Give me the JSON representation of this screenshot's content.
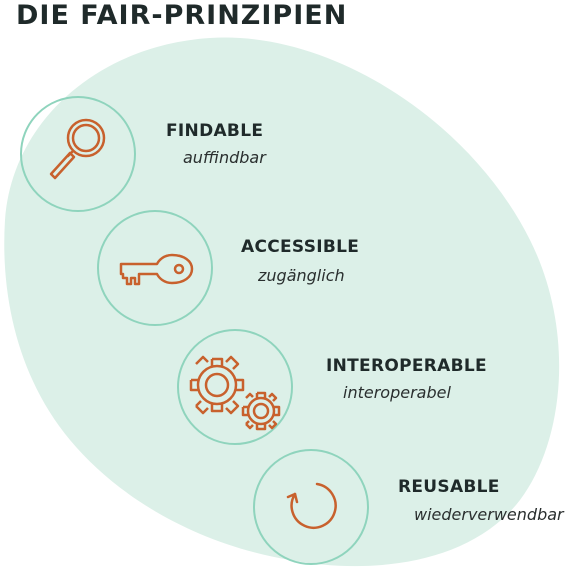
{
  "title": "DIE FAIR-PRINZIPIEN",
  "colors": {
    "blob": "#dcf0e8",
    "circle_border": "#8fd4bd",
    "icon": "#c8612d",
    "text": "#1f2a2a"
  },
  "principles": [
    {
      "label": "FINDABLE",
      "sub": "auffindbar",
      "icon": "magnifier-icon"
    },
    {
      "label": "ACCESSIBLE",
      "sub": "zugänglich",
      "icon": "key-icon"
    },
    {
      "label": "INTEROPERABLE",
      "sub": "interoperabel",
      "icon": "gears-icon"
    },
    {
      "label": "REUSABLE",
      "sub": "wiederverwendbar",
      "icon": "refresh-icon"
    }
  ]
}
